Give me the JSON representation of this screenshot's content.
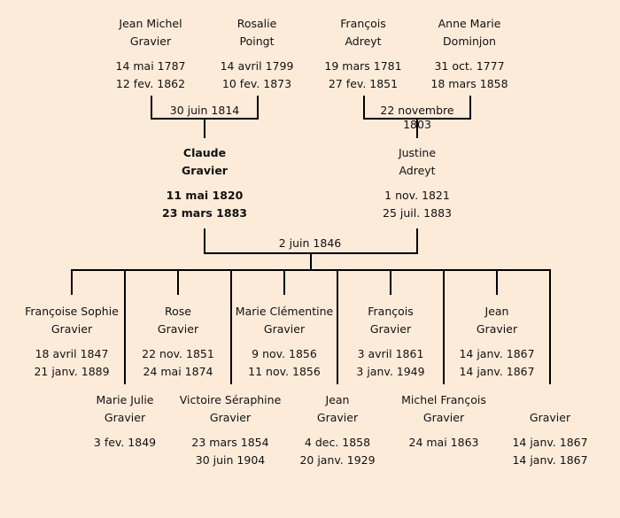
{
  "grandparents": [
    {
      "first": "Jean Michel",
      "last": "Gravier",
      "birth": "14 mai 1787",
      "death": "12 fev. 1862"
    },
    {
      "first": "Rosalie",
      "last": "Poingt",
      "birth": "14 avril 1799",
      "death": "10 fev. 1873"
    },
    {
      "first": "François",
      "last": "Adreyt",
      "birth": "19 mars 1781",
      "death": "27 fev. 1851"
    },
    {
      "first": "Anne Marie",
      "last": "Dominjon",
      "birth": "31 oct. 1777",
      "death": "18 mars 1858"
    }
  ],
  "grandparent_marriages": [
    "30 juin 1814",
    "22 novembre 1803"
  ],
  "parents": [
    {
      "first": "Claude",
      "last": "Gravier",
      "birth": "11 mai 1820",
      "death": "23 mars 1883"
    },
    {
      "first": "Justine",
      "last": "Adreyt",
      "birth": "1 nov. 1821",
      "death": "25 juil. 1883"
    }
  ],
  "parent_marriage": "2 juin 1846",
  "children": [
    {
      "first": "Françoise Sophie",
      "last": "Gravier",
      "birth": "18 avril 1847",
      "death": "21 janv. 1889"
    },
    {
      "first": "Marie Julie",
      "last": "Gravier",
      "birth": "3 fev. 1849",
      "death": ""
    },
    {
      "first": "Rose",
      "last": "Gravier",
      "birth": "22 nov. 1851",
      "death": "24 mai 1874"
    },
    {
      "first": "Victoire Séraphine",
      "last": "Gravier",
      "birth": "23 mars 1854",
      "death": "30 juin 1904"
    },
    {
      "first": "Marie Clémentine",
      "last": "Gravier",
      "birth": "9 nov. 1856",
      "death": "11 nov. 1856"
    },
    {
      "first": "Jean",
      "last": "Gravier",
      "birth": "4 dec. 1858",
      "death": "20 janv. 1929"
    },
    {
      "first": "François",
      "last": "Gravier",
      "birth": "3 avril 1861",
      "death": "3 janv. 1949"
    },
    {
      "first": "Michel François",
      "last": "Gravier",
      "birth": "24 mai 1863",
      "death": ""
    },
    {
      "first": "Jean",
      "last": "Gravier",
      "birth": "14 janv. 1867",
      "death": "14 janv. 1867"
    },
    {
      "first": "",
      "last": "Gravier",
      "birth": "14 janv. 1867",
      "death": "14 janv. 1867"
    }
  ]
}
